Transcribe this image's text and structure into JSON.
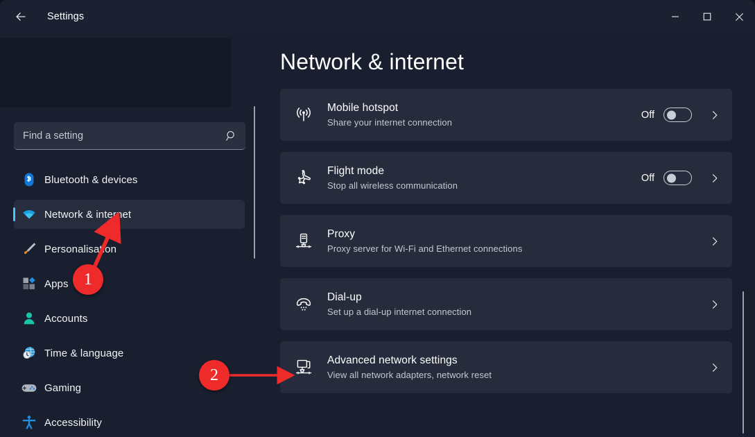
{
  "window": {
    "title": "Settings",
    "back_icon": "back-arrow-icon",
    "minimize_icon": "minimize-icon",
    "maximize_icon": "maximize-icon",
    "close_icon": "close-icon"
  },
  "search": {
    "placeholder": "Find a setting",
    "value": "",
    "icon": "search-icon"
  },
  "sidebar": {
    "scrollbar": "sidebar-scrollbar",
    "items": [
      {
        "label": "Bluetooth & devices",
        "icon": "bluetooth-icon",
        "selected": false
      },
      {
        "label": "Network & internet",
        "icon": "wifi-icon",
        "selected": true
      },
      {
        "label": "Personalisation",
        "icon": "paintbrush-icon",
        "selected": false
      },
      {
        "label": "Apps",
        "icon": "apps-icon",
        "selected": false
      },
      {
        "label": "Accounts",
        "icon": "account-person-icon",
        "selected": false
      },
      {
        "label": "Time & language",
        "icon": "globe-clock-icon",
        "selected": false
      },
      {
        "label": "Gaming",
        "icon": "gamepad-icon",
        "selected": false
      },
      {
        "label": "Accessibility",
        "icon": "accessibility-person-icon",
        "selected": false
      }
    ]
  },
  "main": {
    "title": "Network & internet",
    "scrollbar": "main-scrollbar",
    "cards": [
      {
        "title": "Mobile hotspot",
        "subtitle": "Share your internet connection",
        "icon": "hotspot-antenna-icon",
        "state": "Off",
        "has_toggle": true,
        "toggle_on": false,
        "chevron": "chevron-right-icon"
      },
      {
        "title": "Flight mode",
        "subtitle": "Stop all wireless communication",
        "icon": "airplane-icon",
        "state": "Off",
        "has_toggle": true,
        "toggle_on": false,
        "chevron": "chevron-right-icon"
      },
      {
        "title": "Proxy",
        "subtitle": "Proxy server for Wi-Fi and Ethernet connections",
        "icon": "proxy-server-icon",
        "state": "",
        "has_toggle": false,
        "toggle_on": false,
        "chevron": "chevron-right-icon"
      },
      {
        "title": "Dial-up",
        "subtitle": "Set up a dial-up internet connection",
        "icon": "telephone-handset-icon",
        "state": "",
        "has_toggle": false,
        "toggle_on": false,
        "chevron": "chevron-right-icon"
      },
      {
        "title": "Advanced network settings",
        "subtitle": "View all network adapters, network reset",
        "icon": "network-computer-icon",
        "state": "",
        "has_toggle": false,
        "toggle_on": false,
        "chevron": "chevron-right-icon"
      }
    ]
  },
  "annotations": {
    "color": "#ef2a2a",
    "markers": [
      {
        "number": "1",
        "points_to": "Network & internet"
      },
      {
        "number": "2",
        "points_to": "Advanced network settings"
      }
    ]
  },
  "colors": {
    "accent": "#4cc2ff",
    "window_bg": "#191f2e",
    "titlebar_bg": "#1b2130",
    "card_bg": "#262c3c",
    "selected_nav_bg": "#272d3d",
    "annotation_red": "#ef2a2a"
  }
}
